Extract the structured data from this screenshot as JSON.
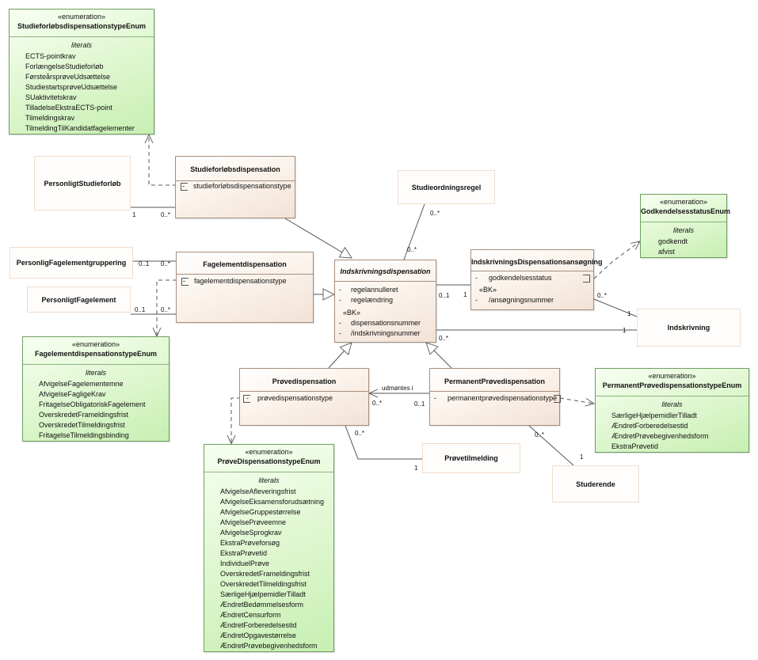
{
  "enums": {
    "studieforlob": {
      "stereotype": "«enumeration»",
      "name": "StudieforløbsdispensationstypeEnum",
      "literals_title": "literals",
      "literals": [
        "ECTS-pointkrav",
        "ForlængelseStudieforløb",
        "FørsteårsprøveUdsættelse",
        "StudiestartsprøveUdsættelse",
        "SUaktivitetskrav",
        "TilladelseEkstraECTS-point",
        "Tilmeldingskrav",
        "TilmeldingTilKandidatfagelementer"
      ]
    },
    "godkendelse": {
      "stereotype": "«enumeration»",
      "name": "GodkendelsesstatusEnum",
      "literals_title": "literals",
      "literals": [
        "godkendt",
        "afvist"
      ]
    },
    "fagelement": {
      "stereotype": "«enumeration»",
      "name": "FagelementdispensationstypeEnum",
      "literals_title": "literals",
      "literals": [
        "AfvigelseFagelementemne",
        "AfvigelseFagligeKrav",
        "FritagelseObligatoriskFagelement",
        "OverskredetFrameldingsfrist",
        "OverskredetTilmeldingsfrist",
        "FritagelseTilmeldingsbinding"
      ]
    },
    "permanent": {
      "stereotype": "«enumeration»",
      "name": "PermanentPrøvedispensationstypeEnum",
      "literals_title": "literals",
      "literals": [
        "SærligeHjælpemidlerTilladt",
        "ÆndretForberedelsestid",
        "ÆndretPrøvebegivenhedsform",
        "EkstraPrøvetid"
      ]
    },
    "prove": {
      "stereotype": "«enumeration»",
      "name": "PrøveDispensationstypeEnum",
      "literals_title": "literals",
      "literals": [
        "AfvigelseAfleveringsfrist",
        "AfvigelseEksamensforudsætning",
        "AfvigelseGruppestørrelse",
        "AfvigelsePrøveemne",
        "AfvigelseSprogkrav",
        "EkstraPrøveforsøg",
        "EkstraPrøvetid",
        "IndividuelPrøve",
        "OverskredetFrameldingsfrist",
        "OverskredetTilmeldingsfrist",
        "SærligeHjælpemidlerTilladt",
        "ÆndretBedømmelsesform",
        "ÆndretCensurform",
        "ÆndretForberedelsestid",
        "ÆndretOpgavestørrelse",
        "ÆndretPrøvebegivenhedsform"
      ]
    }
  },
  "classes": {
    "studieforlobsdispensation": {
      "name": "Studieforløbsdispensation",
      "attr_vis": "-",
      "attr": "studieforløbsdispensationstype"
    },
    "fagelementdispensation": {
      "name": "Fagelementdispensation",
      "attr_vis": "-",
      "attr": "fagelementdispensationstype"
    },
    "indskrivningsdispensation": {
      "name": "Indskrivningsdispensation",
      "attrs": [
        {
          "vis": "-",
          "name": "regelannulleret"
        },
        {
          "vis": "-",
          "name": "regelændring"
        }
      ],
      "bk": "«BK»",
      "bk_attrs": [
        {
          "vis": "-",
          "name": "dispensationsnummer"
        },
        {
          "vis": "-",
          "name": "/indskrivningsnummer"
        }
      ]
    },
    "ansogning": {
      "name": "IndskrivningsDispensationsansøgning",
      "attrs": [
        {
          "vis": "-",
          "name": "godkendelsesstatus"
        }
      ],
      "bk": "«BK»",
      "bk_attrs": [
        {
          "vis": "-",
          "name": "/ansøgningsnummer"
        }
      ]
    },
    "provedispensation": {
      "name": "Prøvedispensation",
      "attr_vis": "-",
      "attr": "prøvedispensationstype"
    },
    "permanentprove": {
      "name": "PermanentPrøvedispensation",
      "attr_vis": "-",
      "attr": "permanentprøvedispensationstype"
    }
  },
  "external": {
    "personligtstudieforlob": "PersonligtStudieforløb",
    "studieordningsregel": "Studieordningsregel",
    "personligfagelementgruppering": "PersonligFagelementgruppering",
    "personligtfagelement": "PersonligtFagelement",
    "indskrivning": "Indskrivning",
    "provetilmelding": "Prøvetilmelding",
    "studerende": "Studerende"
  },
  "multiplicities": {
    "sf_one": "1",
    "sf_many": "0..*",
    "sor_many_top": "0..*",
    "sor_many_bottom": "0..*",
    "pfg_left": "0..1",
    "pfg_right": "0..*",
    "pf_left": "0..1",
    "pf_right": "0..*",
    "ans_left": "0..1",
    "ans_right": "1",
    "ans_status": "0..*",
    "ans_indskr": "1",
    "ids_indskr": "1",
    "ids_many": "0..*",
    "pd_udm": "0..*",
    "ppd_udm": "0..1",
    "pd_tilm": "0..*",
    "tilm_one": "1",
    "ppd_stud": "0..*",
    "stud_one": "1"
  },
  "association_labels": {
    "udmontes": "udmøntes i"
  }
}
